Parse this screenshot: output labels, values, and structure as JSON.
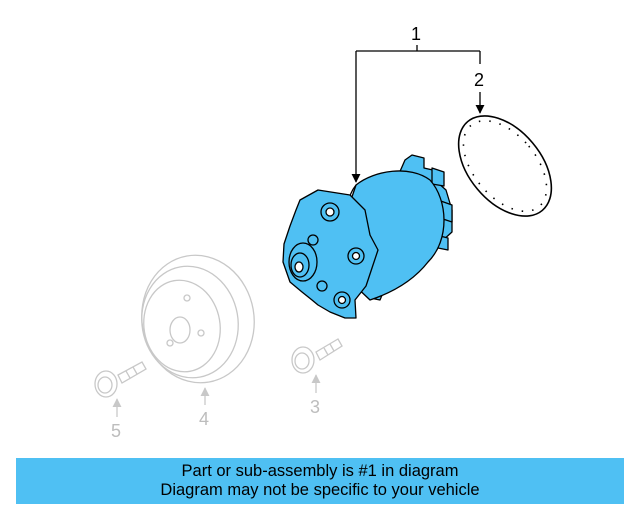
{
  "callouts": {
    "c1": "1",
    "c2": "2",
    "c3": "3",
    "c4": "4",
    "c5": "5"
  },
  "caption": {
    "line1": "Part or sub-assembly is #1 in diagram",
    "line2": "Diagram may not be specific to your vehicle"
  },
  "colors": {
    "highlight": "#4fc0f3",
    "line": "#000000",
    "ghost": "#c8c8c8"
  },
  "parts": [
    {
      "id": "1",
      "name": "water-pump",
      "highlighted": true
    },
    {
      "id": "2",
      "name": "gasket",
      "highlighted": false
    },
    {
      "id": "3",
      "name": "bolt",
      "highlighted": false
    },
    {
      "id": "4",
      "name": "pulley",
      "highlighted": false
    },
    {
      "id": "5",
      "name": "bolt",
      "highlighted": false
    }
  ]
}
